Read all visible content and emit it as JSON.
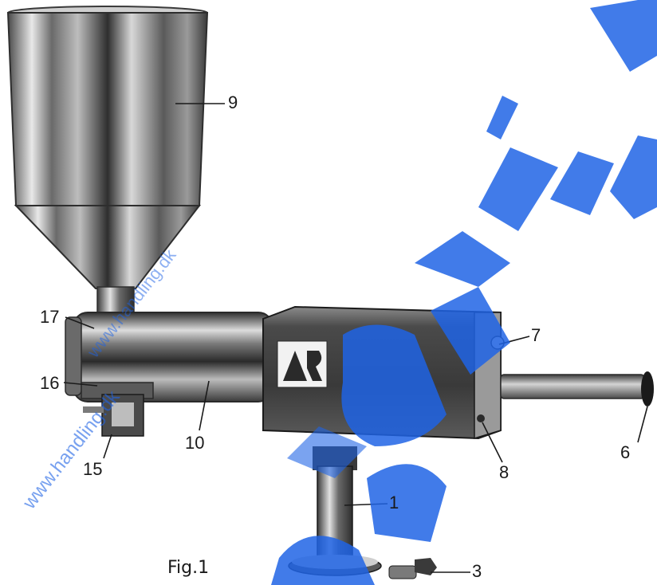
{
  "figure": {
    "caption": "Fig.1",
    "watermark": "www.handling.dk",
    "colors": {
      "steel_light": "#e6e6e6",
      "steel_mid": "#9a9a9a",
      "steel_dark": "#3a3a3a",
      "watermark_blue": "#1f64e6",
      "ink": "#1a1a1a"
    },
    "callouts": {
      "hopper": "9",
      "inlet": "17",
      "valve": "16",
      "cylinder": "10",
      "clamp": "15",
      "pedestal": "1",
      "thumb_screw": "3",
      "nozzle": "6",
      "adjust_knob": "7",
      "screw": "8"
    }
  }
}
